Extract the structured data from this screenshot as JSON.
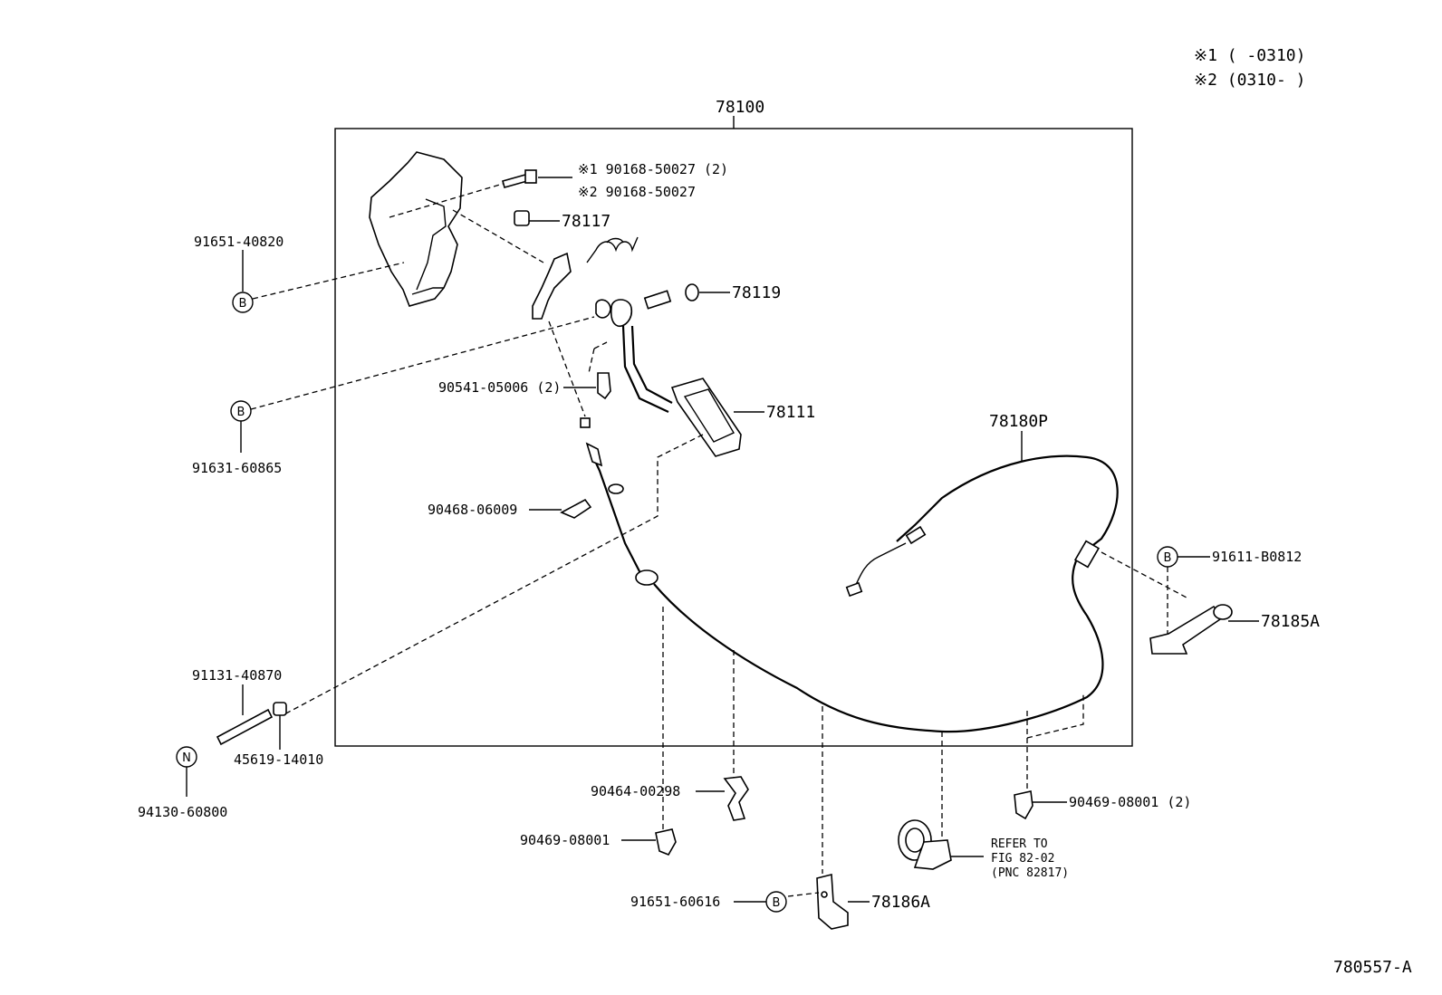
{
  "notes": {
    "note1": "※1 (     -0310)",
    "note2": "※2 (0310-     )"
  },
  "assembly": "78100",
  "callouts": {
    "bolt1": "※1  90168-50027 (2)",
    "bolt2": "※2  90168-50027",
    "p78117": "78117",
    "p78119": "78119",
    "p78111": "78111",
    "p78180P": "78180P",
    "p90541": "90541-05006 (2)",
    "p90468": "90468-06009",
    "p91651_40820": "91651-40820",
    "p91631_60865": "91631-60865",
    "p91131": "91131-40870",
    "p45619": "45619-14010",
    "p94130": "94130-60800",
    "p91611": "91611-B0812",
    "p78185A": "78185A",
    "p90464": "90464-00298",
    "p90469_a": "90469-08001",
    "p90469_b": "90469-08001 (2)",
    "p91651_60616": "91651-60616",
    "p78186A": "78186A",
    "refer1": "REFER TO",
    "refer2": "FIG 82-02",
    "refer3": "(PNC 82817)",
    "fig_id": "780557-A"
  },
  "symbols": {
    "b": "B",
    "n": "N"
  }
}
